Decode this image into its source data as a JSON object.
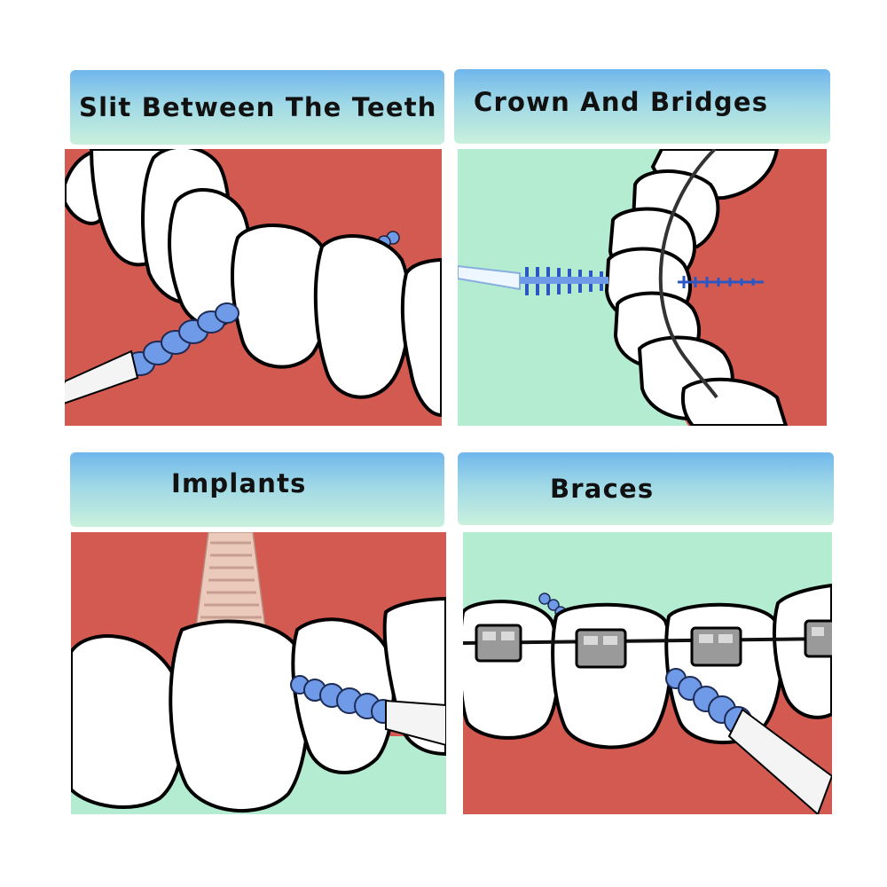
{
  "panels": [
    {
      "title": "Slit Between The Teeth"
    },
    {
      "title": "Crown And Bridges"
    },
    {
      "title": "Implants"
    },
    {
      "title": "Braces"
    }
  ],
  "colors": {
    "gum": "#d35a50",
    "mint": "#b3ecd0",
    "tooth": "#ffffff",
    "tooth_shade": "#c8d6dc",
    "brush_blue": "#6f9ae8",
    "outline": "#000000",
    "bracket": "#9a9a9a",
    "implant": "#eccabb"
  }
}
